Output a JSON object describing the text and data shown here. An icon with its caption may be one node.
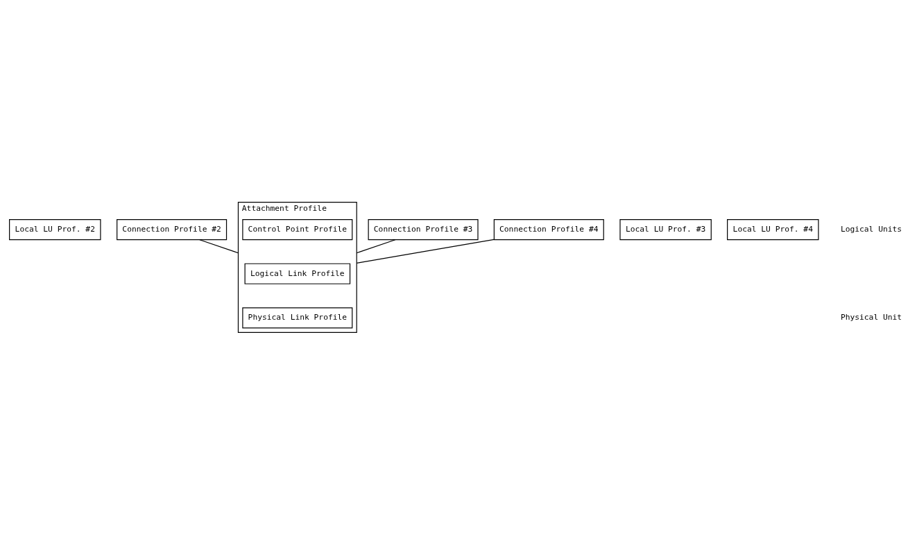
{
  "diagram": {
    "nodes": [
      {
        "text": [
          "Local LU Prof. #2"
        ]
      },
      {
        "text": [
          "Connection Profile #2"
        ]
      },
      {
        "text": [
          "Local LU Prof. #3"
        ]
      },
      {
        "text": [
          "Connection Profile #3"
        ]
      },
      {
        "text": [
          "Local LU Prof. #4"
        ]
      },
      {
        "text": [
          "Connection Profile #4"
        ]
      },
      {
        "text": [
          "Attachment Profile"
        ]
      },
      {
        "text": [
          "Control Point Profile"
        ],
        "in": 6
      },
      {
        "text": [
          "Logical Link Profile"
        ],
        "in": 6
      },
      {
        "text": [
          "Physical Link Profile"
        ],
        "in": 6
      }
    ],
    "edges": [
      {
        "from": 1,
        "to": 6,
        "arrow": "none"
      },
      {
        "from": 3,
        "to": 6,
        "arrow": "none"
      },
      {
        "from": 5,
        "to": 6,
        "arrow": "none"
      }
    ],
    "labels": [
      "Logical Units",
      "Physical Unit"
    ]
  }
}
